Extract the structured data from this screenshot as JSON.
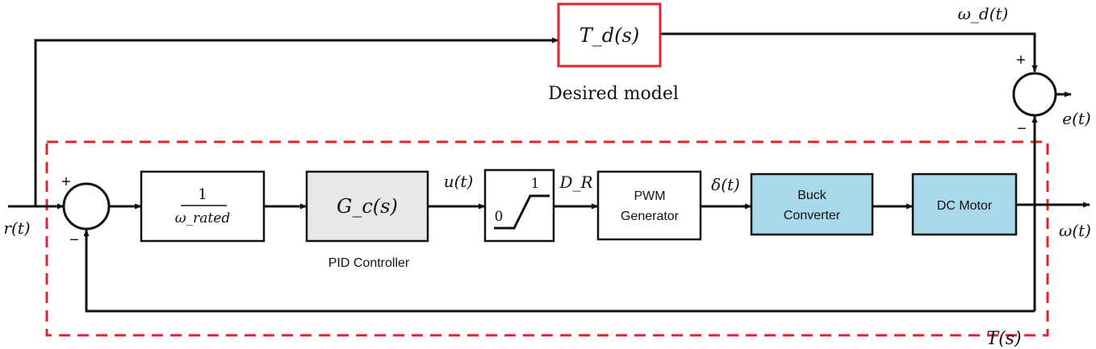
{
  "colors": {
    "desired_border": "#e0242c",
    "loop_dash": "#e0242c",
    "gray_block": "#e8e8e8",
    "blue_block": "#a8d8ea",
    "line": "#111111"
  },
  "signals": {
    "r": "r(t)",
    "omega_d": "ω_d(t)",
    "e": "e(t)",
    "u": "u(t)",
    "d_r": "D_R",
    "delta": "δ(t)",
    "omega": "ω(t)",
    "t_s": "T(s)"
  },
  "blocks": {
    "desired": {
      "label": "T_d(s)",
      "caption": "Desired model"
    },
    "gain": {
      "numerator": "1",
      "denominator": "ω_rated"
    },
    "pid": {
      "label": "G_c(s)",
      "caption": "PID Controller"
    },
    "saturation": {
      "low": "0",
      "high": "1"
    },
    "pwm": {
      "line1": "PWM",
      "line2": "Generator"
    },
    "buck": {
      "line1": "Buck",
      "line2": "Converter"
    },
    "motor": {
      "label": "DC Motor"
    }
  },
  "signs": {
    "sum1_plus": "+",
    "sum1_minus": "−",
    "sum2_plus": "+",
    "sum2_minus": "−"
  }
}
